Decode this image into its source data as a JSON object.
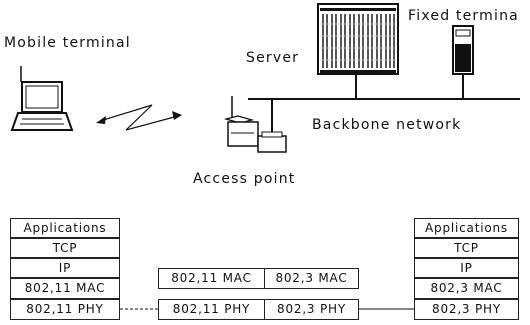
{
  "labels": {
    "mobile_terminal": "Mobile terminal",
    "server": "Server",
    "fixed_terminal": "Fixed termina",
    "backbone_network": "Backbone network",
    "access_point": "Access point"
  },
  "stacks": {
    "mobile": [
      "Applications",
      "TCP",
      "IP",
      "802,11 MAC",
      "802,11 PHY"
    ],
    "access_point_wireless": [
      "802,11 MAC",
      "802,11 PHY"
    ],
    "access_point_wired": [
      "802,3 MAC",
      "802,3 PHY"
    ],
    "fixed": [
      "Applications",
      "TCP",
      "IP",
      "802,3 MAC",
      "802,3 PHY"
    ]
  }
}
